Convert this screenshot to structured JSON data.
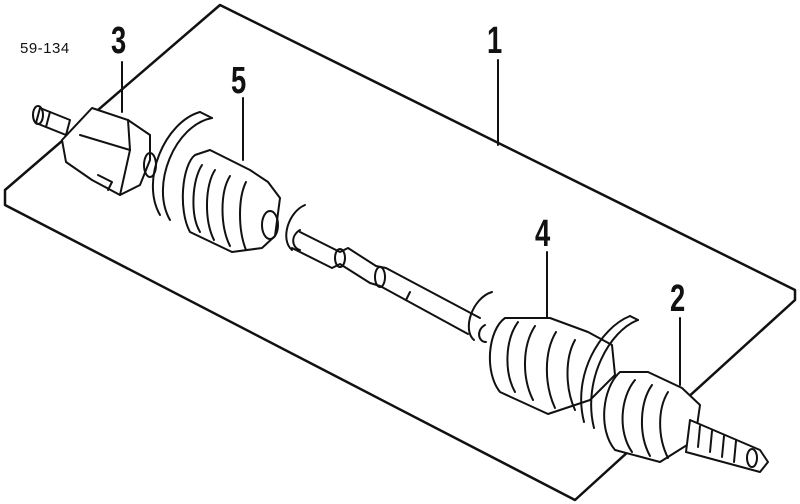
{
  "diagram_code": "59-134",
  "callouts": [
    {
      "id": "c1",
      "label": "1",
      "part": "drive-axle-assembly"
    },
    {
      "id": "c2",
      "label": "2",
      "part": "outer-cv-joint"
    },
    {
      "id": "c3",
      "label": "3",
      "part": "inner-cv-joint"
    },
    {
      "id": "c4",
      "label": "4",
      "part": "outer-boot"
    },
    {
      "id": "c5",
      "label": "5",
      "part": "inner-boot"
    }
  ],
  "colors": {
    "line": "#111111",
    "background": "#ffffff"
  }
}
